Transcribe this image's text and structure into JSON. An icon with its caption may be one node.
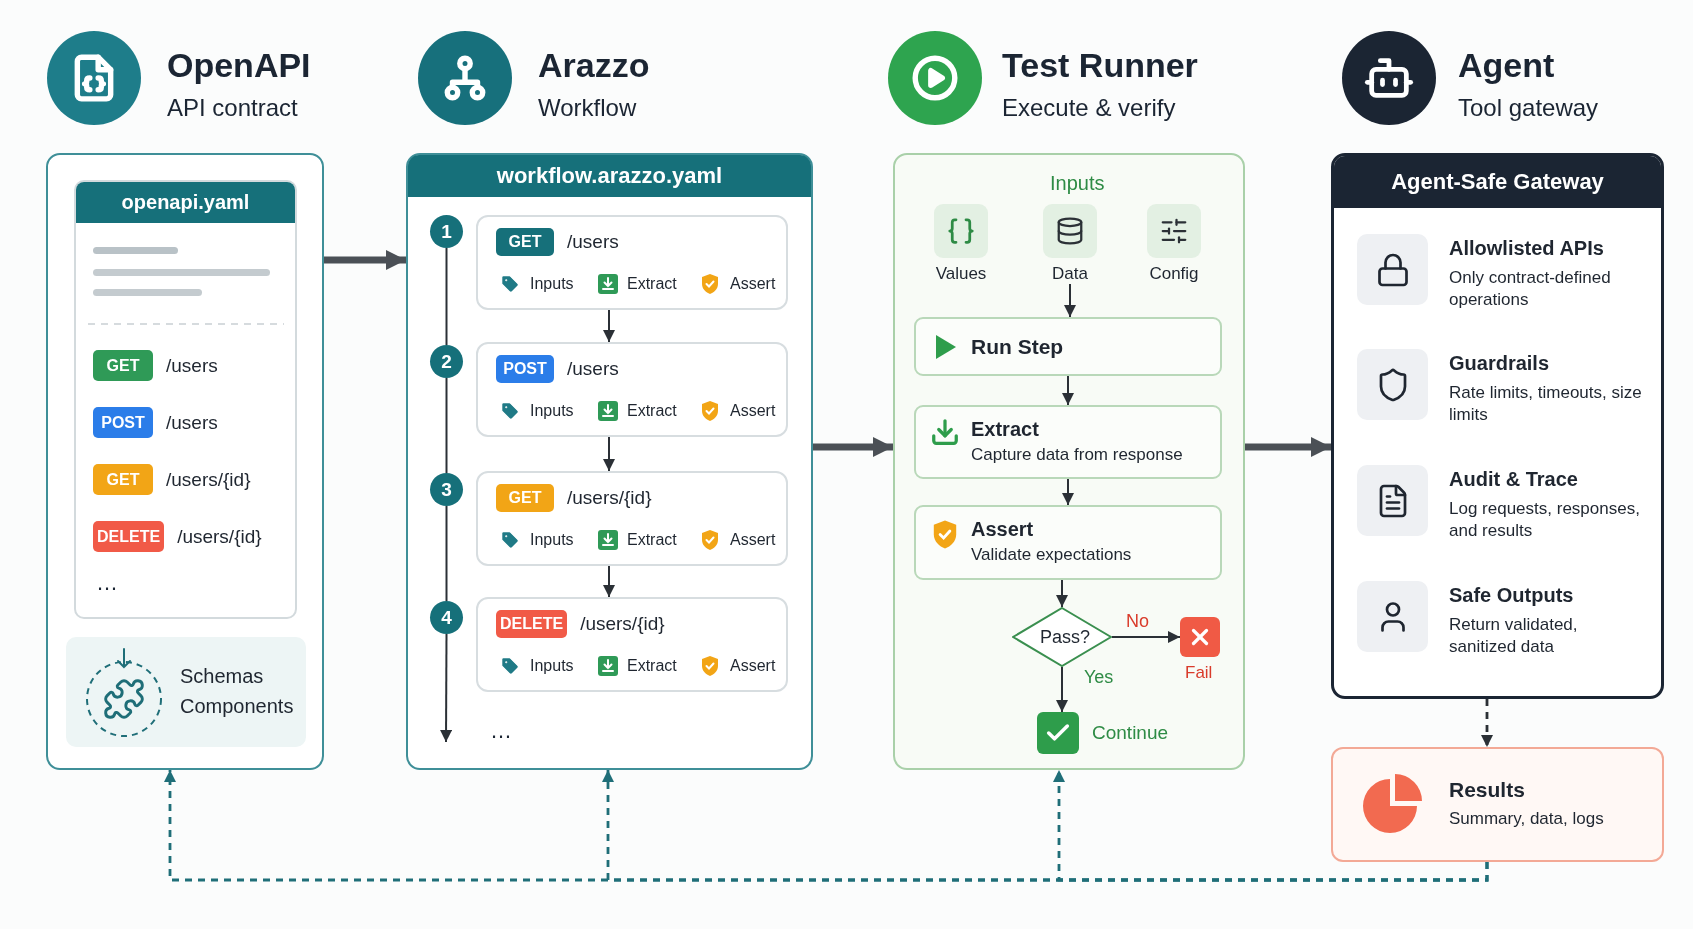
{
  "diagram": {
    "nodes": [
      {
        "text": [],
        "shape": "box"
      },
      {
        "text": [
          "openapi.yaml"
        ],
        "in": 0
      },
      {
        "text": [
          "GET"
        ],
        "beside": [
          "/users"
        ],
        "in": 1
      },
      {
        "text": [
          "POST"
        ],
        "beside": [
          "/users"
        ],
        "in": 1
      },
      {
        "text": [
          "GET"
        ],
        "beside": [
          "/users/{id}"
        ],
        "in": 1
      },
      {
        "text": [
          "DELETE"
        ],
        "beside": [
          "/users/{id}"
        ],
        "in": 1
      },
      {
        "text": [
          "Schemas",
          "Components"
        ],
        "in": 0
      },
      {
        "text": [
          "workflow.arazzo.yaml"
        ]
      },
      {
        "text": [
          "1"
        ],
        "in": 7
      },
      {
        "text": [
          "Inputs",
          "Extract",
          "Assert"
        ],
        "in": 7
      },
      {
        "text": [
          "GET"
        ],
        "beside": [
          "/users"
        ],
        "in": 9
      },
      {
        "text": [
          "2"
        ],
        "in": 7
      },
      {
        "text": [
          "Inputs",
          "Extract",
          "Assert"
        ],
        "in": 7
      },
      {
        "text": [
          "POST"
        ],
        "beside": [
          "/users"
        ],
        "in": 12
      },
      {
        "text": [
          "3"
        ],
        "in": 7
      },
      {
        "text": [
          "Inputs",
          "Extract",
          "Assert"
        ],
        "in": 7
      },
      {
        "text": [
          "GET"
        ],
        "beside": [
          "/users/{id}"
        ],
        "in": 15
      },
      {
        "text": [
          "4"
        ],
        "in": 7
      },
      {
        "text": [
          "Inputs",
          "Extract",
          "Assert"
        ],
        "in": 7
      },
      {
        "text": [
          "DELETE"
        ],
        "beside": [
          "/users/{id}"
        ],
        "in": 18
      },
      {
        "text": [
          "Inputs"
        ]
      },
      {
        "text": [
          "Values"
        ],
        "in": 20
      },
      {
        "text": [
          "Data"
        ],
        "in": 20
      },
      {
        "text": [
          "Config"
        ],
        "in": 20
      },
      {
        "text": [
          "Run Step"
        ],
        "in": 20
      },
      {
        "text": [
          "Extract",
          "Capture data from response"
        ],
        "in": 20
      },
      {
        "text": [
          "Assert",
          "Validate expectations"
        ],
        "in": 20
      },
      {
        "text": [
          "Pass?"
        ],
        "in": 20
      },
      {
        "text": [
          "Fail"
        ],
        "in": 20
      },
      {
        "text": [
          "Continue"
        ],
        "in": 20
      },
      {
        "text": [
          "Agent-Safe Gateway"
        ]
      },
      {
        "text": [
          "Allowlisted APIs",
          "Only contract-defined operations"
        ],
        "in": 30
      },
      {
        "text": [
          "Guardrails",
          "Rate limits, timeouts, size limits"
        ],
        "in": 30
      },
      {
        "text": [
          "Audit & Trace",
          "Log requests, responses, and results"
        ],
        "in": 30
      },
      {
        "text": [
          "Safe Outputs",
          "Return validated, sanitized data"
        ],
        "in": 30
      },
      {
        "text": [
          "Results",
          "Summary, data, logs"
        ]
      }
    ],
    "edges": [
      {
        "from": 0,
        "to": 7,
        "arrow": "to",
        "style": "thick",
        "color": "#4b5056"
      },
      {
        "from": 7,
        "to": 20,
        "arrow": "to",
        "style": "thick",
        "color": "#4b5056"
      },
      {
        "from": 20,
        "to": 30,
        "arrow": "to",
        "style": "thick",
        "color": "#4b5056"
      },
      {
        "from": 9,
        "to": 12,
        "arrow": "to"
      },
      {
        "from": 12,
        "to": 15,
        "arrow": "to"
      },
      {
        "from": 15,
        "to": 18,
        "arrow": "to"
      },
      {
        "from": 8,
        "to": 11,
        "arrow": "none"
      },
      {
        "from": 11,
        "to": 14,
        "arrow": "none"
      },
      {
        "from": 14,
        "to": 17,
        "arrow": "none"
      },
      {
        "from": 17,
        "to": null,
        "arrow": "to"
      },
      {
        "from": 22,
        "to": 24,
        "arrow": "to"
      },
      {
        "from": 24,
        "to": 25,
        "arrow": "to"
      },
      {
        "from": 25,
        "to": 26,
        "arrow": "to"
      },
      {
        "from": 26,
        "to": 27,
        "arrow": "to"
      },
      {
        "from": 27,
        "to": 28,
        "arrow": "to",
        "label": "No"
      },
      {
        "from": 27,
        "to": 29,
        "arrow": "to",
        "label": "Yes"
      },
      {
        "from": 30,
        "to": 35,
        "arrow": "to",
        "style": "dashed"
      },
      {
        "from": 35,
        "to": 0,
        "arrow": "to",
        "style": "dashed",
        "color": "#1f6e78"
      },
      {
        "from": 35,
        "to": 7,
        "arrow": "to",
        "style": "dashed",
        "color": "#1f6e78"
      },
      {
        "from": 35,
        "to": 20,
        "arrow": "to",
        "style": "dashed",
        "color": "#1f6e78"
      }
    ],
    "labels": [
      "OpenAPI",
      "API contract",
      "Arazzo",
      "Workflow",
      "Test Runner",
      "Execute & verify",
      "Agent",
      "Tool gateway",
      "…",
      "…"
    ]
  }
}
